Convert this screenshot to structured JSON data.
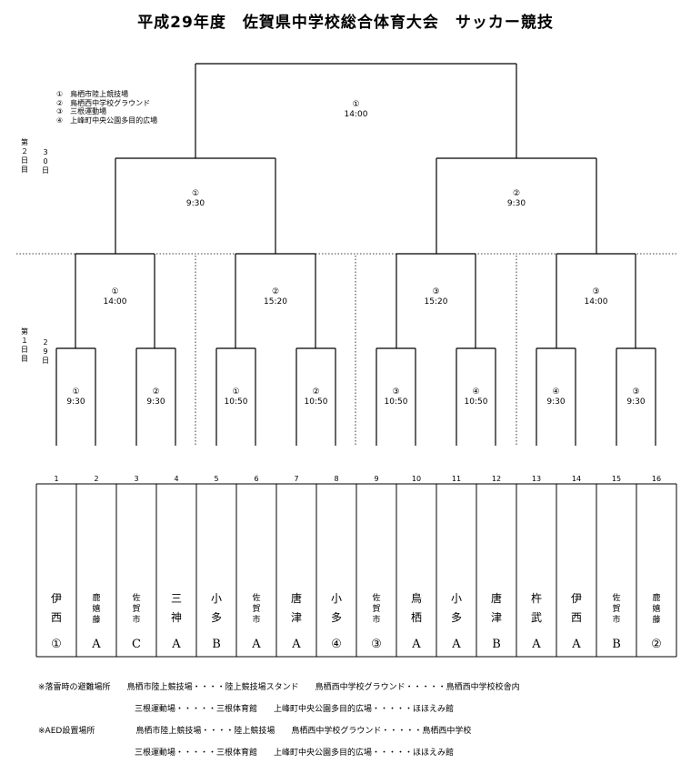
{
  "title": "平成29年度　佐賀県中学校総合体育大会　サッカー競技",
  "venues": [
    "①　鳥栖市陸上競技場",
    "②　鳥栖西中学校グラウンド",
    "③　三根運動場",
    "④　上峰町中央公園多目的広場"
  ],
  "days": {
    "day2_label": "第２日目",
    "day2_date": "30日",
    "day1_label": "第１日目",
    "day1_date": "29日"
  },
  "matches": {
    "final": [
      "①",
      "14:00"
    ],
    "semi": [
      [
        "①",
        "9:30"
      ],
      [
        "②",
        "9:30"
      ]
    ],
    "quarter": [
      [
        "①",
        "14:00"
      ],
      [
        "②",
        "15:20"
      ],
      [
        "③",
        "15:20"
      ],
      [
        "③",
        "14:00"
      ]
    ],
    "round1": [
      [
        "①",
        "9:30"
      ],
      [
        "②",
        "9:30"
      ],
      [
        "①",
        "10:50"
      ],
      [
        "②",
        "10:50"
      ],
      [
        "③",
        "10:50"
      ],
      [
        "④",
        "10:50"
      ],
      [
        "④",
        "9:30"
      ],
      [
        "③",
        "9:30"
      ]
    ]
  },
  "teams": [
    {
      "num": "1",
      "name": "伊西",
      "group": "①"
    },
    {
      "num": "2",
      "name": "鹿嬉藤",
      "group": "A"
    },
    {
      "num": "3",
      "name": "佐賀市",
      "group": "C"
    },
    {
      "num": "4",
      "name": "三神",
      "group": "A"
    },
    {
      "num": "5",
      "name": "小多",
      "group": "B"
    },
    {
      "num": "6",
      "name": "佐賀市",
      "group": "A"
    },
    {
      "num": "7",
      "name": "唐津",
      "group": "A"
    },
    {
      "num": "8",
      "name": "小多",
      "group": "④"
    },
    {
      "num": "9",
      "name": "佐賀市",
      "group": "③"
    },
    {
      "num": "10",
      "name": "鳥栖",
      "group": "A"
    },
    {
      "num": "11",
      "name": "小多",
      "group": "A"
    },
    {
      "num": "12",
      "name": "唐津",
      "group": "B"
    },
    {
      "num": "13",
      "name": "杵武",
      "group": "A"
    },
    {
      "num": "14",
      "name": "伊西",
      "group": "A"
    },
    {
      "num": "15",
      "name": "佐賀市",
      "group": "B"
    },
    {
      "num": "16",
      "name": "鹿嬉藤",
      "group": "②"
    }
  ],
  "notes": {
    "evac_head": "※落雷時の避難場所",
    "evac_1": "鳥栖市陸上競技場・・・・陸上競技場スタンド　　鳥栖西中学校グラウンド・・・・・鳥栖西中学校校舎内",
    "evac_2": "三根運動場・・・・・三根体育館　　上峰町中央公園多目的広場・・・・・ほほえみ館",
    "aed_head": "※AED設置場所",
    "aed_1": "鳥栖市陸上競技場・・・・陸上競技場　　鳥栖西中学校グラウンド・・・・・鳥栖西中学校",
    "aed_2": "三根運動場・・・・・三根体育館　　上峰町中央公園多目的広場・・・・・ほほえみ館"
  }
}
